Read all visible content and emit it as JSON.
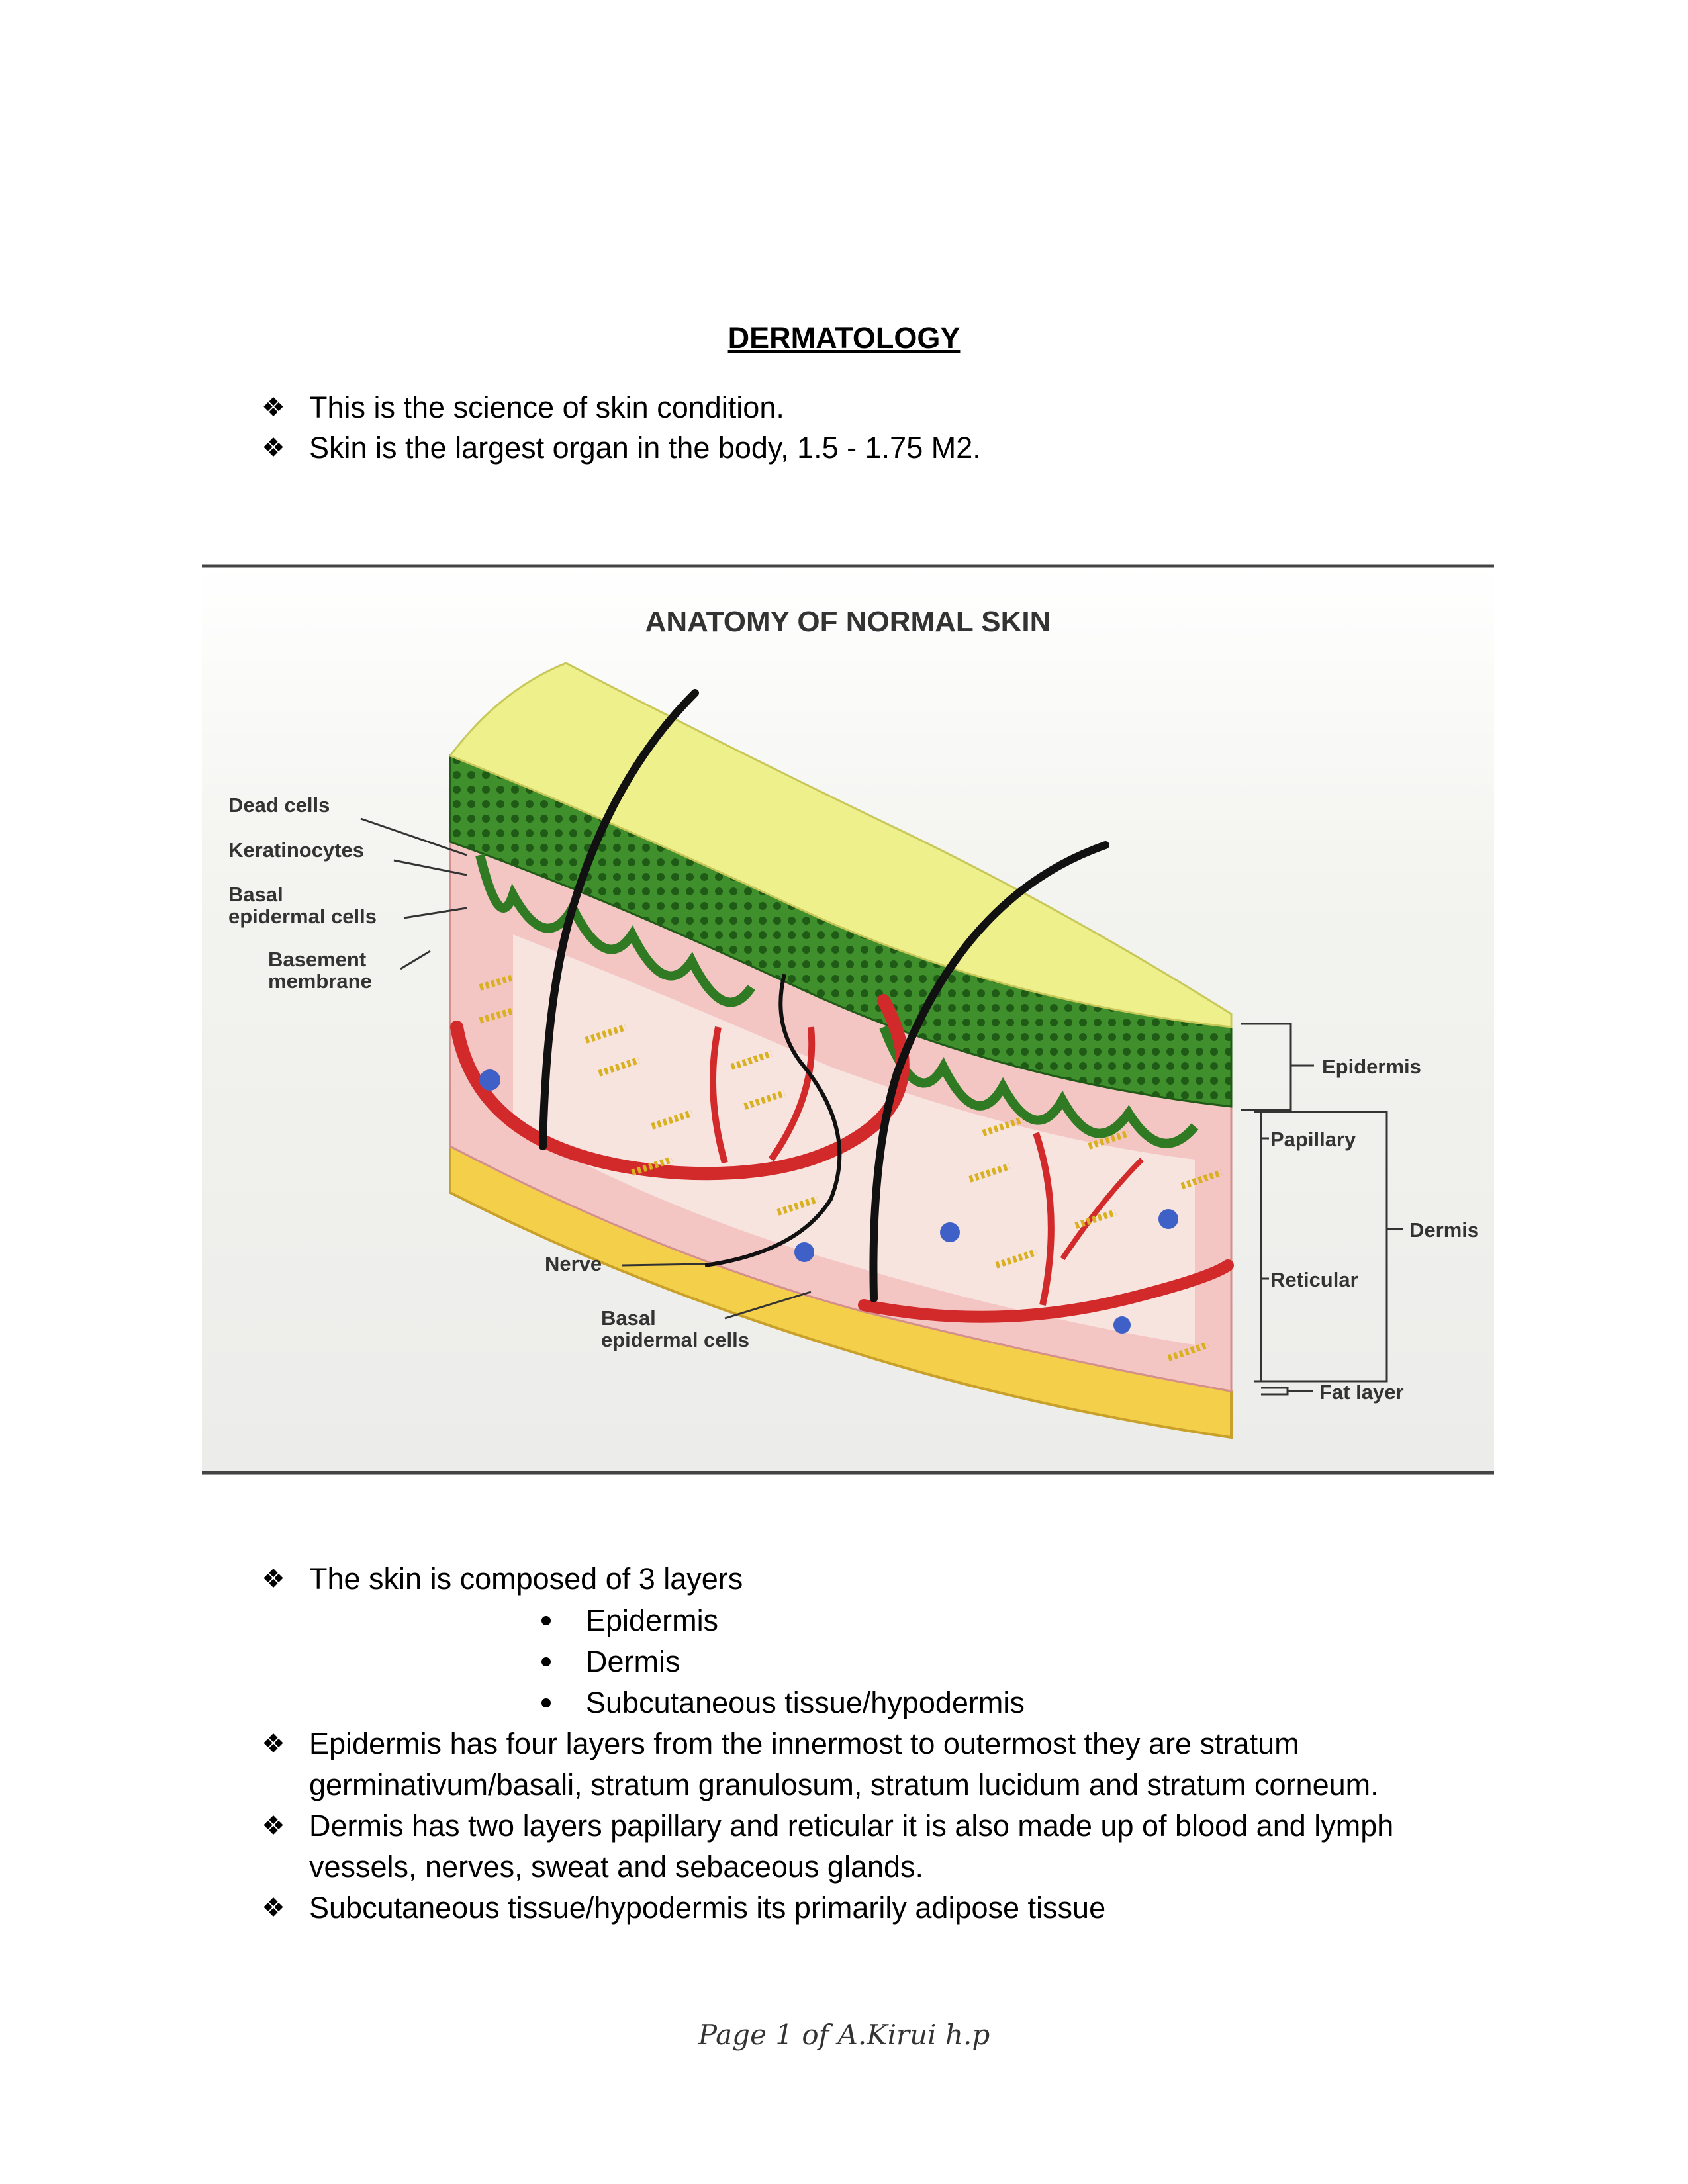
{
  "title": "DERMATOLOGY",
  "intro_bullets": [
    "This is the science of skin condition.",
    "Skin is the largest organ in the body, 1.5 - 1.75 M2."
  ],
  "figure": {
    "heading": "ANATOMY OF NORMAL SKIN",
    "left_labels": {
      "dead_cells": "Dead cells",
      "keratinocytes": "Keratinocytes",
      "basal_1": "Basal",
      "basal_2": "epidermal cells",
      "basement_1": "Basement",
      "basement_2": "membrane",
      "nerve": "Nerve",
      "basal_bottom_1": "Basal",
      "basal_bottom_2": "epidermal cells"
    },
    "right_labels": {
      "epidermis": "Epidermis",
      "papillary": "Papillary",
      "dermis": "Dermis",
      "reticular": "Reticular",
      "fat_layer": "Fat layer"
    }
  },
  "layers_intro": "The skin is composed  of  3 layers",
  "layers": [
    "Epidermis",
    "Dermis",
    "Subcutaneous tissue/hypodermis"
  ],
  "detail_bullets": [
    {
      "line1": "Epidermis has four layers from the innermost to outermost they are stratum",
      "line2": "germinativum/basali, stratum granulosum, stratum lucidum and stratum corneum."
    },
    {
      "line1": "Dermis has two layers papillary and reticular it is also made up of blood and lymph",
      "line2": "vessels, nerves, sweat and sebaceous glands."
    },
    {
      "line1": "Subcutaneous tissue/hypodermis its primarily adipose tissue",
      "line2": ""
    }
  ],
  "footer": "Page 1 of A.Kirui h.p"
}
